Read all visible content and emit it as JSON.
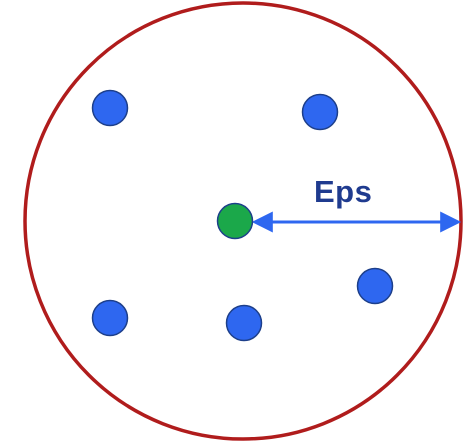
{
  "diagram": {
    "radius_label": "Eps",
    "colors": {
      "boundary": "#b01c1c",
      "neighbor_point": "#2e67f0",
      "core_point": "#1ba84a",
      "point_outline": "#1d3f8a",
      "arrow": "#2e67f0",
      "label": "#1f3b8f"
    },
    "neighbor_count": 5,
    "core_count": 1
  }
}
